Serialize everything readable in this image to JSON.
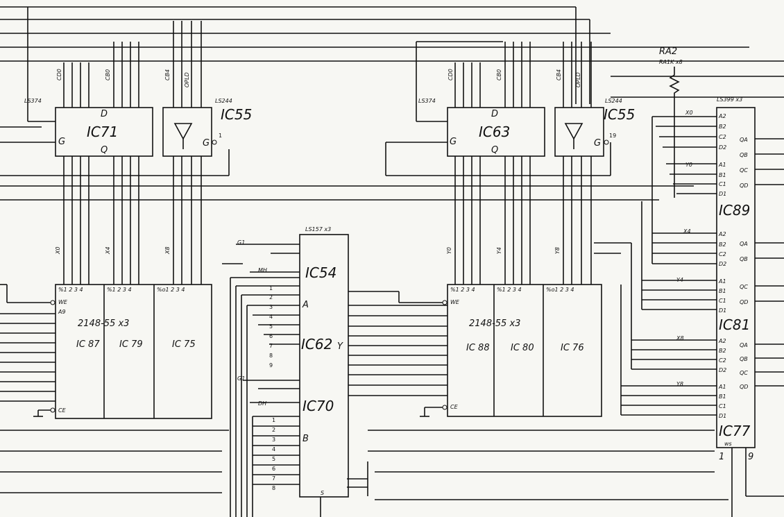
{
  "chips": {
    "ic71": {
      "part": "LS374",
      "name": "IC71",
      "d": "D",
      "q": "Q",
      "oe": "G"
    },
    "ic55a": {
      "part": "LS244",
      "name": "IC55",
      "oe": "G",
      "oe_pin": "1"
    },
    "ic63": {
      "part": "LS374",
      "name": "IC63",
      "d": "D",
      "q": "Q",
      "oe": "G"
    },
    "ic55b": {
      "part": "LS244",
      "name": "IC55",
      "oe": "G",
      "oe_pin": "19"
    },
    "ic54": {
      "part": "LS157 x3",
      "name": "IC54",
      "group": "A"
    },
    "ic62": {
      "name": "IC62",
      "out": "Y"
    },
    "ic70": {
      "name": "IC70",
      "group": "B"
    },
    "ic89": {
      "part": "LS399 x3",
      "name": "IC89"
    },
    "ic81": {
      "name": "IC81"
    },
    "ic77": {
      "name": "IC77",
      "bottom_pins": [
        "1",
        "9"
      ],
      "ws": "ws"
    },
    "ram_left": {
      "part": "2148-55 x3",
      "names": [
        "IC 87",
        "IC 79",
        "IC 75"
      ],
      "we": "WE",
      "ce": "CE",
      "headers": [
        "%1 2 3 4",
        "%1 2 3 4",
        "%o1 2 3 4"
      ]
    },
    "ram_right": {
      "part": "2148-55 x3",
      "names": [
        "IC 88",
        "IC 80",
        "IC 76"
      ],
      "we": "WE",
      "ce": "CE",
      "headers": [
        "%1 2 3 4",
        "%1 2 3 4",
        "%o1 2 3 4"
      ]
    }
  },
  "labels": {
    "raz": "RA2",
    "raz_sub": "RA1K x8",
    "cd_left": "CD0",
    "cb_left": "CB0",
    "cb4_left": "CB4",
    "opl_left": "OPLD",
    "cd_right": "CD0",
    "cb_right": "CB0",
    "cb4_right": "CB4",
    "opl_right": "OPLD",
    "g1_left": "G1",
    "g1_right": "G1",
    "x_a": "X0",
    "x_b": "X4",
    "x_c": "X8",
    "y_a": "Y0",
    "y_b": "Y4",
    "y_c": "Y8",
    "mh": "MH",
    "dh": "DH",
    "s_pin": "S",
    "a9": "A9",
    "inputs_a": [
      "1",
      "2",
      "3",
      "4",
      "5",
      "6",
      "7",
      "8",
      "9"
    ],
    "inputs_b": [
      "1",
      "2",
      "3",
      "4",
      "5",
      "6",
      "7",
      "8"
    ],
    "mux_group_a": "A",
    "mux_group_b": "B"
  },
  "ls399": {
    "block1": {
      "groups": [
        "X0",
        "Y0"
      ],
      "ins": [
        "A2",
        "B2",
        "C2",
        "D2",
        "A1",
        "B1",
        "C1",
        "D1"
      ],
      "outs": [
        "QA",
        "QB",
        "QC",
        "QD"
      ]
    },
    "block2": {
      "groups": [
        "X4",
        "Y4"
      ],
      "ins": [
        "A2",
        "B2",
        "C2",
        "D2",
        "A1",
        "B1",
        "C1",
        "D1"
      ],
      "outs": [
        "QA",
        "QB",
        "QC",
        "QD"
      ]
    },
    "block3": {
      "groups": [
        "X8",
        "Y8"
      ],
      "ins": [
        "A2",
        "B2",
        "C2",
        "D2",
        "A1",
        "B1",
        "C1",
        "D1"
      ],
      "outs": [
        "QA",
        "QB",
        "QC",
        "QD"
      ]
    }
  }
}
